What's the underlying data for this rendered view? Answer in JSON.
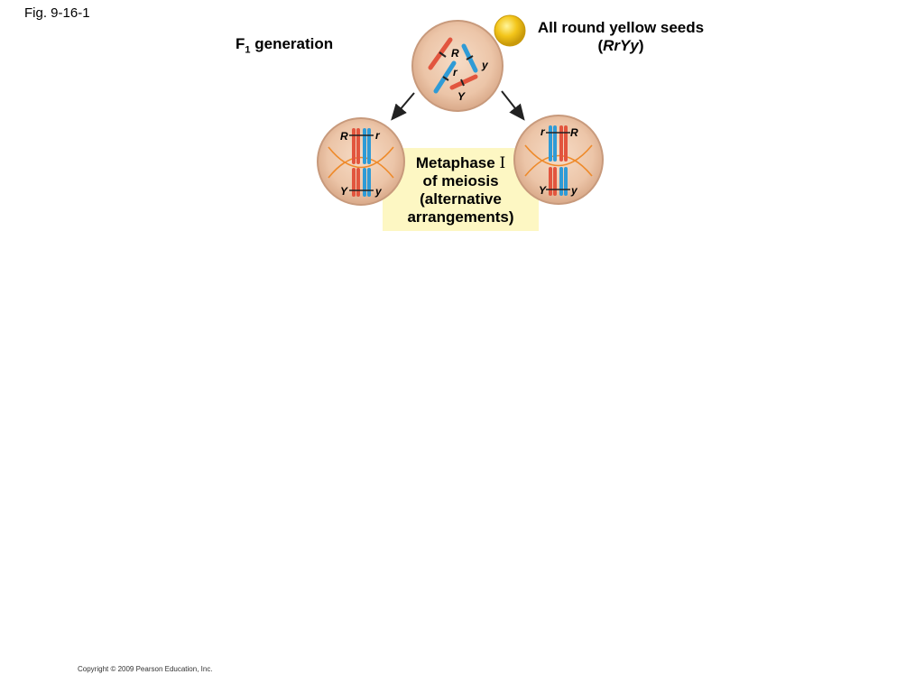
{
  "figure_label": "Fig. 9-16-1",
  "generation": {
    "prefix": "F",
    "subscript": "1",
    "suffix": " generation"
  },
  "seed_caption": {
    "line1": "All round yellow seeds",
    "open_paren": "(",
    "genotype": "RrYy",
    "close_paren": ")"
  },
  "stage_caption": {
    "word": "Metaphase ",
    "numeral": "I",
    "line2": "of meiosis",
    "line3": "(alternative",
    "line4": "arrangements)"
  },
  "alleles": {
    "top": {
      "R": "R",
      "r": "r",
      "y": "y",
      "Y": "Y"
    },
    "left": {
      "top_left": "R",
      "top_right": "r",
      "bottom_left": "Y",
      "bottom_right": "y"
    },
    "right": {
      "top_left": "r",
      "top_right": "R",
      "bottom_left": "Y",
      "bottom_right": "y"
    }
  },
  "copyright": "Copyright © 2009 Pearson Education, Inc.",
  "colors": {
    "cell_fill": "#ecc5a8",
    "cell_edge": "#c89a7c",
    "maternal": "#e2553e",
    "paternal": "#2f9bd6",
    "spindle": "#ee8a2a",
    "seed": "#f3c51a",
    "caption_bg": "#fdf7c3"
  }
}
